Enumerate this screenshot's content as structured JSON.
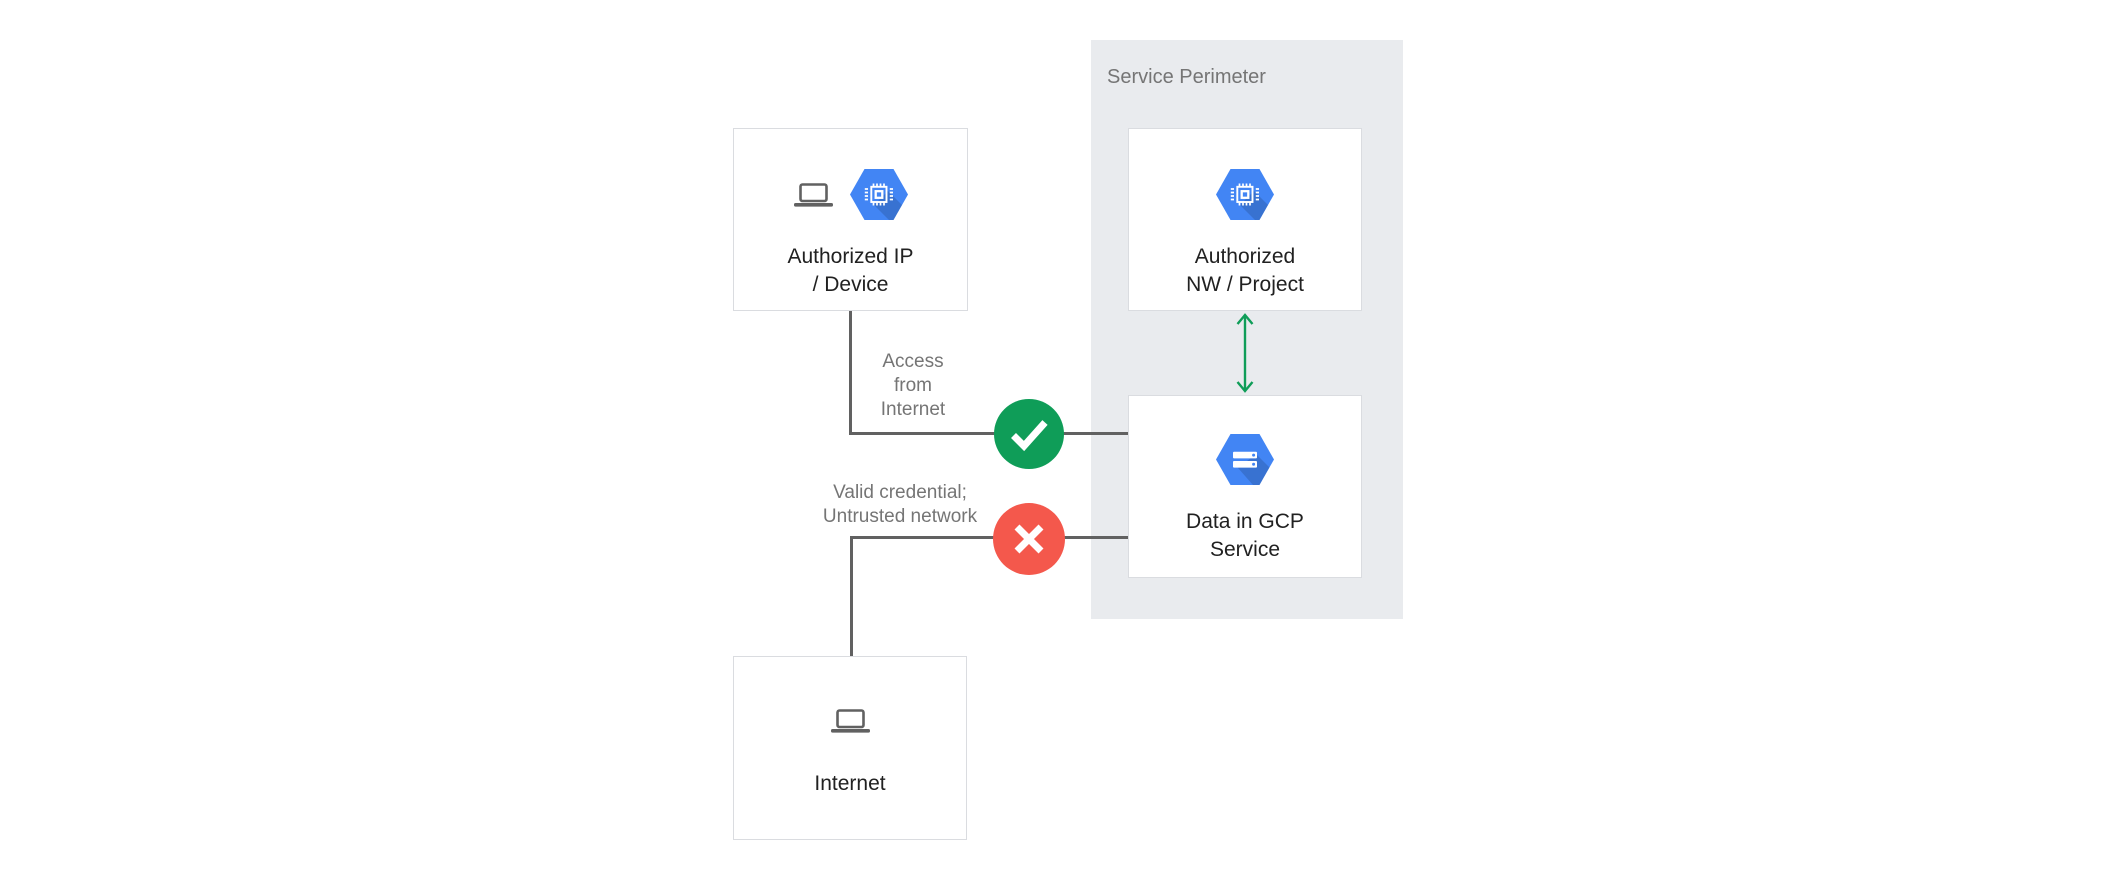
{
  "perimeter": {
    "label": "Service Perimeter"
  },
  "nodes": {
    "authorized_ip_device": {
      "line1": "Authorized IP",
      "line2": "/ Device"
    },
    "authorized_nw_project": {
      "line1": "Authorized",
      "line2": "NW / Project"
    },
    "data_in_gcp_service": {
      "line1": "Data in GCP",
      "line2": "Service"
    },
    "internet": {
      "label": "Internet"
    }
  },
  "edge_labels": {
    "access_from_internet": {
      "line1": "Access",
      "line2": "from",
      "line3": "Internet"
    },
    "valid_credential_untrusted": {
      "line1": "Valid credential;",
      "line2": "Untrusted network"
    }
  },
  "icons": {
    "laptop": "laptop-icon",
    "compute_hexagon": "gcp-compute-hexagon-icon",
    "storage_hexagon": "gcp-storage-hexagon-icon",
    "check": "check-icon",
    "cross": "x-icon",
    "double_arrow": "bidirectional-arrow-icon"
  },
  "colors": {
    "gcp_blue": "#4285F4",
    "hex_shadow": "rgba(0,0,0,0.14)",
    "allowed_green": "#0F9D58",
    "denied_red": "#F4584C",
    "arrow_green": "#0F9D58",
    "perimeter_background": "#E9EBEE",
    "node_border": "#DADCE0",
    "connector_gray": "#616161",
    "label_gray": "#757575",
    "node_text": "#212121"
  }
}
